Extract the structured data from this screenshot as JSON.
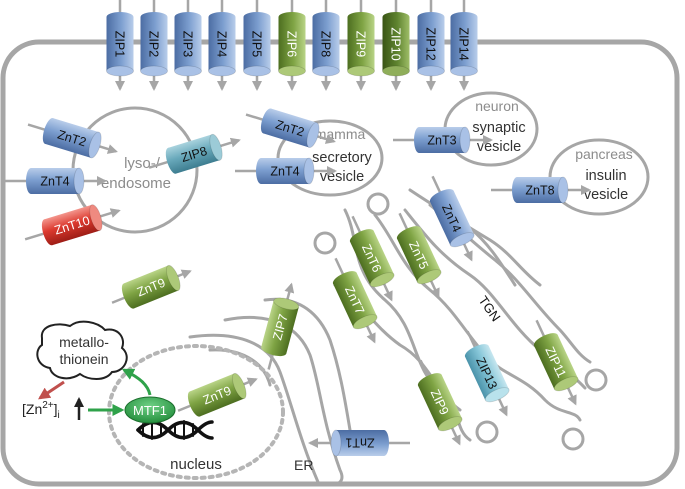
{
  "membrane_transporters": [
    {
      "label": "ZIP1",
      "color": "blue"
    },
    {
      "label": "ZIP2",
      "color": "blue"
    },
    {
      "label": "ZIP3",
      "color": "blue"
    },
    {
      "label": "ZIP4",
      "color": "blue"
    },
    {
      "label": "ZIP5",
      "color": "blue"
    },
    {
      "label": "ZIP6",
      "color": "green"
    },
    {
      "label": "ZIP8",
      "color": "blue"
    },
    {
      "label": "ZIP9",
      "color": "green"
    },
    {
      "label": "ZIP10",
      "color": "darkgreen"
    },
    {
      "label": "ZIP12",
      "color": "blue"
    },
    {
      "label": "ZIP14",
      "color": "blue"
    }
  ],
  "lyso": {
    "label_line1": "lyso-/",
    "label_line2": "endosome",
    "znt2": "ZnT2",
    "znt4": "ZnT4",
    "znt10": "ZnT10",
    "zip8": "ZIP8"
  },
  "mamma": {
    "tissue": "mamma",
    "label_line1": "secretory",
    "label_line2": "vesicle",
    "znt2": "ZnT2",
    "znt4": "ZnT4"
  },
  "neuron": {
    "tissue": "neuron",
    "label_line1": "synaptic",
    "label_line2": "vesicle",
    "znt3": "ZnT3"
  },
  "pancreas": {
    "tissue": "pancreas",
    "label_line1": "insulin",
    "label_line2": "vesicle",
    "znt8": "ZnT8"
  },
  "golgi": {
    "tgn": "TGN",
    "znt4": "ZnT4",
    "znt5": "ZnT5",
    "znt6": "ZnT6",
    "znt7": "ZnT7",
    "zip9": "ZIP9",
    "zip13": "ZIP13",
    "zip11": "ZIP11"
  },
  "cytosol": {
    "znt9": "ZnT9"
  },
  "er": {
    "label": "ER",
    "zip7": "ZIP7",
    "znt1": "ZnT1"
  },
  "nucleus": {
    "label": "nucleus",
    "mtf1": "MTF1",
    "znt9": "ZnT9"
  },
  "metallothionein": {
    "line1": "metallo-",
    "line2": "thionein"
  },
  "zinc_ion": {
    "text": "[Zn",
    "charge": "2+",
    "close": "]",
    "sub": "i"
  },
  "colors": {
    "blue": "#6f93c6",
    "lightblue": "#7ec3d6",
    "teal": "#5ba3b5",
    "green": "#7a9e3e",
    "darkgreen": "#5b7d28",
    "red": "#d8332b",
    "membrane": "#a6a6a6",
    "mtf1": "#2fa24a"
  }
}
